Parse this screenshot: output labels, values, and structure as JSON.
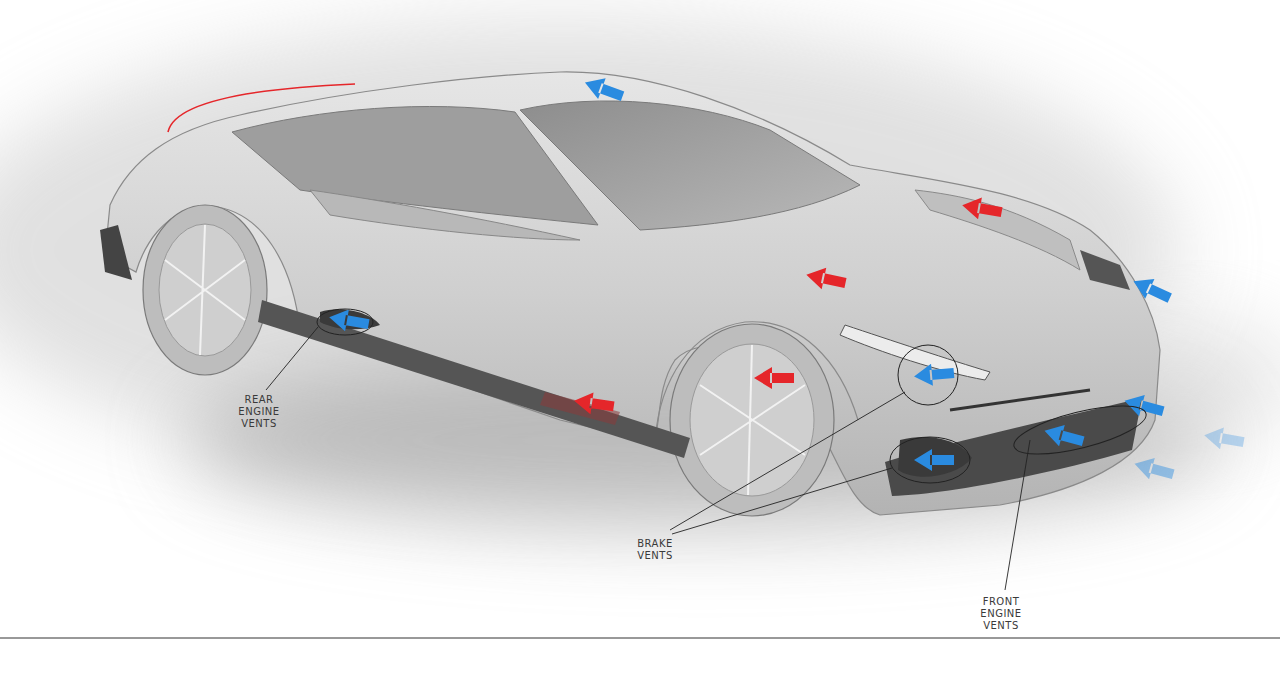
{
  "diagram": {
    "labels": [
      "REAR ENGINE VENTS",
      "BRAKE VENTS",
      "FRONT ENGINE VENTS"
    ]
  }
}
